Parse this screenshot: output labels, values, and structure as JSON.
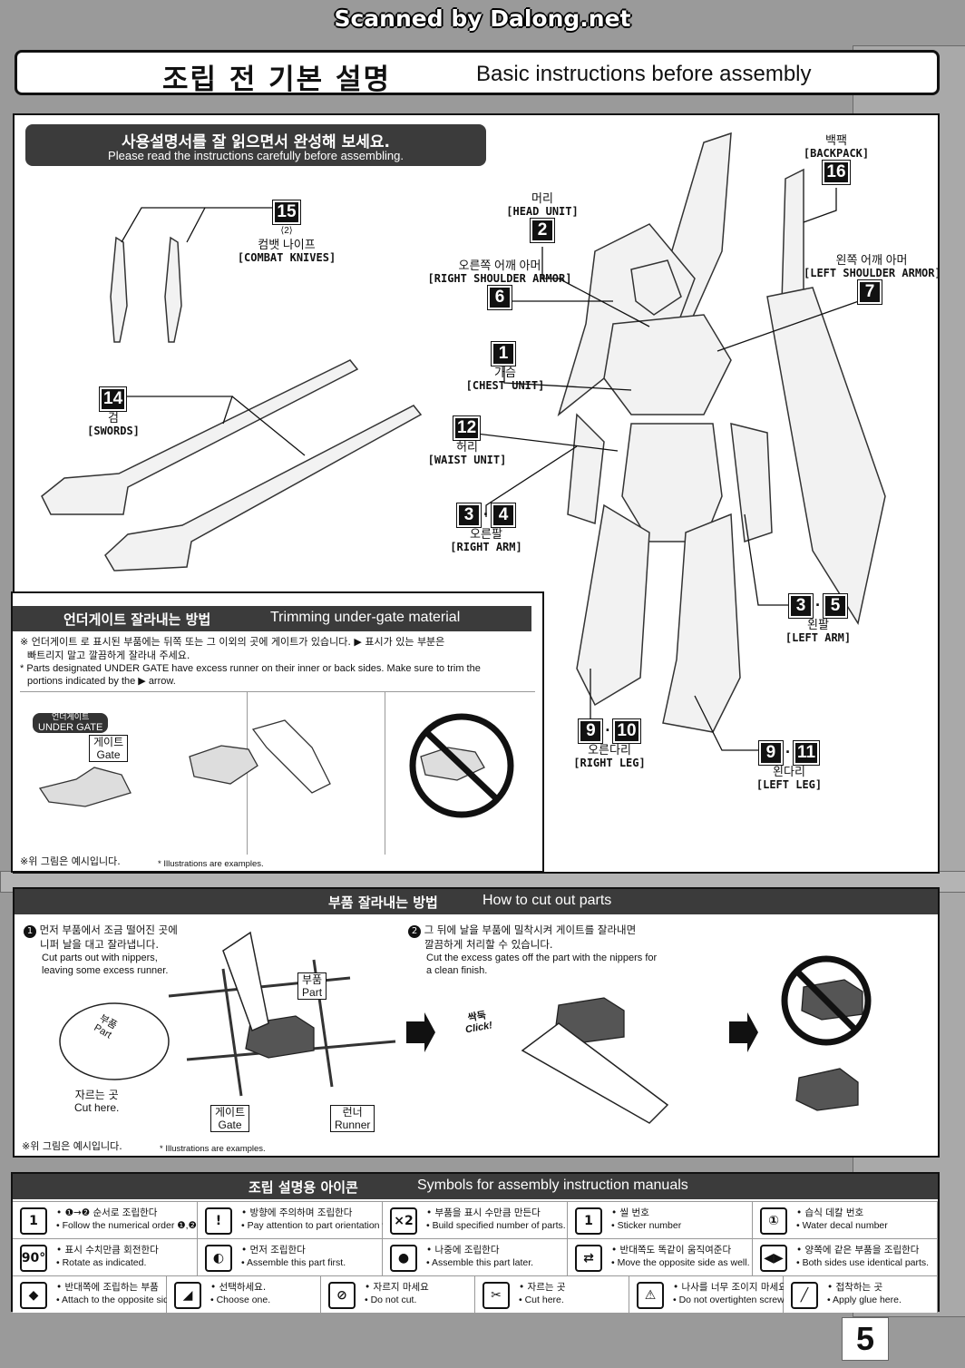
{
  "watermark": "Scanned by Dalong.net",
  "page_title": {
    "ko": "조립 전 기본 설명",
    "en": "Basic instructions before assembly"
  },
  "intro_banner": {
    "ko": "사용설명서를 잘 읽으면서 완성해 보세요.",
    "en": "Please read the instructions carefully before assembling."
  },
  "parts": {
    "combat_knives": {
      "num": "15",
      "qty": "⟨2⟩",
      "ko": "컴뱃 나이프",
      "en": "[COMBAT KNIVES]"
    },
    "swords": {
      "num": "14",
      "ko": "검",
      "en": "[SWORDS]"
    },
    "backpack": {
      "ko": "백팩",
      "en": "[BACKPACK]",
      "num": "16"
    },
    "head": {
      "ko": "머리",
      "en": "[HEAD UNIT]",
      "num": "2"
    },
    "right_shoulder": {
      "ko": "오른쪽 어깨 아머",
      "en": "[RIGHT SHOULDER ARMOR]",
      "num": "6"
    },
    "left_shoulder": {
      "ko": "왼쪽 어깨 아머",
      "en": "[LEFT SHOULDER ARMOR]",
      "num": "7"
    },
    "chest": {
      "num": "1",
      "ko": "가슴",
      "en": "[CHEST UNIT]"
    },
    "waist": {
      "num": "12",
      "ko": "허리",
      "en": "[WAIST UNIT]"
    },
    "right_arm": {
      "num_a": "3",
      "num_b": "4",
      "ko": "오른팔",
      "en": "[RIGHT ARM]"
    },
    "left_arm": {
      "num_a": "3",
      "num_b": "5",
      "ko": "왼팔",
      "en": "[LEFT ARM]"
    },
    "right_leg": {
      "num_a": "9",
      "num_b": "10",
      "ko": "오른다리",
      "en": "[RIGHT LEG]"
    },
    "left_leg": {
      "num_a": "9",
      "num_b": "11",
      "ko": "왼다리",
      "en": "[LEFT LEG]"
    }
  },
  "undergate": {
    "title_ko": "언더게이트 잘라내는 방법",
    "title_en": "Trimming under-gate material",
    "note_ko_1": "※ 언더게이트 로 표시된 부품에는 뒤쪽 또는 그 이외의 곳에  게이트가 있습니다.  ▶ 표시가 있는 부분은",
    "note_ko_2": "빠트리지 말고 깔끔하게 잘라내 주세요.",
    "note_en_1": "* Parts designated UNDER GATE have excess runner on their inner or back sides. Make sure to trim the",
    "note_en_2": "portions indicated by the ▶ arrow.",
    "tag_ko": "언더게이트",
    "tag_en": "UNDER GATE",
    "gate_ko": "게이트",
    "gate_en": "Gate",
    "example_ko": "※위 그림은 예시입니다.",
    "example_en": "* Illustrations are examples."
  },
  "cutout": {
    "title_ko": "부품 잘라내는 방법",
    "title_en": "How to cut out parts",
    "step1_ko_1": "먼저 부품에서 조금 떨어진 곳에",
    "step1_ko_2": "니퍼 날을 대고 잘라냅니다.",
    "step1_en_1": "Cut parts out with nippers,",
    "step1_en_2": "leaving some excess runner.",
    "step1_num": "1",
    "step2_num": "2",
    "step2_ko_1": "그 뒤에 날을 부품에 밀착시켜 게이트를 잘라내면",
    "step2_ko_2": "깔끔하게 처리할 수 있습니다.",
    "step2_en_1": "Cut the excess gates off the part with the nippers for",
    "step2_en_2": "a clean finish.",
    "part_ko": "부품",
    "part_en": "Part",
    "cut_ko": "자르는 곳",
    "cut_en": "Cut here.",
    "gate_ko": "게이트",
    "gate_en": "Gate",
    "runner_ko": "런너",
    "runner_en": "Runner",
    "click_ko": "싹둑",
    "click_en": "Click!",
    "example_ko": "※위 그림은 예시입니다.",
    "example_en": "* Illustrations are examples."
  },
  "symbols": {
    "title_ko": "조립 설명용 아이콘",
    "title_en": "Symbols for assembly instruction manuals",
    "items": [
      {
        "icon": "number-1-icon",
        "glyph": "1",
        "ko": "• ❶→❷ 순서로 조립한다",
        "en": "• Follow the numerical order ❶,❷ ..."
      },
      {
        "icon": "exclamation-icon",
        "glyph": "!",
        "ko": "• 방향에 주의하며 조립한다",
        "en": "• Pay attention to part orientation when assembling."
      },
      {
        "icon": "multiply-2-icon",
        "glyph": "×2",
        "ko": "• 부품을 표시 수만큼 만든다",
        "en": "• Build specified number of parts."
      },
      {
        "icon": "sticker-icon",
        "glyph": "1",
        "ko": "• 씰 번호",
        "en": "• Sticker number"
      },
      {
        "icon": "water-decal-icon",
        "glyph": "①",
        "ko": "• 습식 데칼 번호",
        "en": "• Water decal number"
      },
      {
        "icon": "rotate-90-icon",
        "glyph": "90°",
        "ko": "• 표시 수치만큼 회전한다",
        "en": "• Rotate as indicated."
      },
      {
        "icon": "assemble-first-icon",
        "glyph": "◐",
        "ko": "• 먼저 조립한다",
        "en": "• Assemble this part first."
      },
      {
        "icon": "assemble-later-icon",
        "glyph": "●",
        "ko": "• 나중에 조립한다",
        "en": "• Assemble this part later."
      },
      {
        "icon": "move-opposite-icon",
        "glyph": "⇄",
        "ko": "• 반대쪽도 똑같이 움직여준다",
        "en": "• Move the opposite side as well."
      },
      {
        "icon": "both-sides-icon",
        "glyph": "◀▶",
        "ko": "• 양쪽에 같은 부품을 조립한다",
        "en": "• Both sides use identical parts."
      },
      {
        "icon": "attach-opposite-icon",
        "glyph": "◆",
        "ko": "• 반대쪽에 조립하는 부품",
        "en": "• Attach to the opposite side."
      },
      {
        "icon": "choose-one-icon",
        "glyph": "◢",
        "ko": "• 선택하세요.",
        "en": "• Choose one."
      },
      {
        "icon": "do-not-cut-icon",
        "glyph": "⊘",
        "ko": "• 자르지  마세요",
        "en": "• Do not cut."
      },
      {
        "icon": "cut-here-icon",
        "glyph": "✂",
        "ko": "• 자르는 곳",
        "en": "• Cut here."
      },
      {
        "icon": "no-overtighten-icon",
        "glyph": "⚠",
        "ko": "• 나사를 너무 조이지 마세요",
        "en": "• Do not overtighten screws."
      },
      {
        "icon": "apply-glue-icon",
        "glyph": "╱",
        "ko": "• 접착하는 곳",
        "en": "• Apply glue here."
      }
    ]
  },
  "page_number": "5"
}
